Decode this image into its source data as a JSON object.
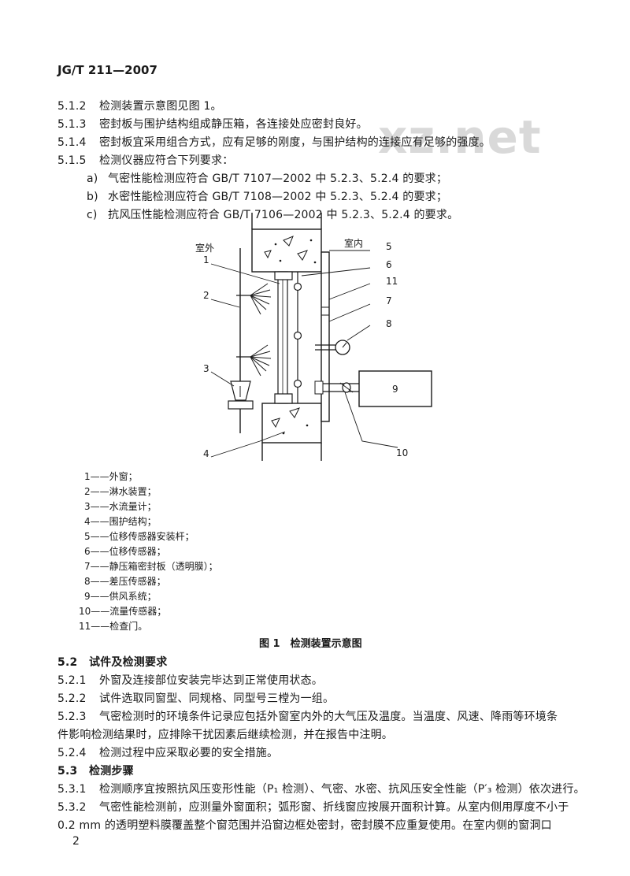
{
  "header": {
    "standard": "JG/T 211—2007"
  },
  "watermark": "xz.net",
  "sections_top": [
    {
      "num": "5.1.2",
      "text": "检测装置示意图见图 1。"
    },
    {
      "num": "5.1.3",
      "text": "密封板与围护结构组成静压箱，各连接处应密封良好。"
    },
    {
      "num": "5.1.4",
      "text": "密封板宜采用组合方式，应有足够的刚度，与围护结构的连接应有足够的强度。"
    },
    {
      "num": "5.1.5",
      "text": "检测仪器应符合下列要求："
    }
  ],
  "subitems": [
    {
      "num": "a)",
      "text": "气密性能检测应符合 GB/T 7107—2002 中 5.2.3、5.2.4 的要求；"
    },
    {
      "num": "b)",
      "text": "水密性能检测应符合 GB/T 7108—2002 中 5.2.3、5.2.4 的要求；"
    },
    {
      "num": "c)",
      "text": "抗风压性能检测应符合 GB/T 7106—2002 中 5.2.3、5.2.4 的要求。"
    }
  ],
  "figure": {
    "outdoor_label": "室外",
    "indoor_label": "室内",
    "callouts": [
      "1",
      "2",
      "3",
      "4",
      "5",
      "6",
      "11",
      "7",
      "8",
      "9",
      "10"
    ],
    "caption": "图 1　检测装置示意图"
  },
  "legend": [
    "1——外窗；",
    "2——淋水装置；",
    "3——水流量计；",
    "4——围护结构；",
    "5——位移传感器安装杆；",
    "6——位移传感器；",
    "7——静压箱密封板（透明膜）；",
    "8——差压传感器；",
    "9——供风系统；",
    "10——流量传感器；",
    "11——检查门。"
  ],
  "section_52": {
    "heading_num": "5.2",
    "heading": "试件及检测要求",
    "items": [
      {
        "num": "5.2.1",
        "text": "外窗及连接部位安装完毕达到正常使用状态。"
      },
      {
        "num": "5.2.2",
        "text": "试件选取同窗型、同规格、同型号三樘为一组。"
      },
      {
        "num": "5.2.3",
        "text": "气密检测时的环境条件记录应包括外窗室内外的大气压及温度。当温度、风速、降雨等环境条"
      },
      {
        "num": "",
        "text": "件影响检测结果时，应排除干扰因素后继续检测，并在报告中注明。"
      },
      {
        "num": "5.2.4",
        "text": "检测过程中应采取必要的安全措施。"
      }
    ]
  },
  "section_53": {
    "heading_num": "5.3",
    "heading": "检测步骤",
    "items": [
      {
        "num": "5.3.1",
        "text": "检测顺序宜按照抗风压变形性能（P₁ 检测）、气密、水密、抗风压安全性能（P′₃ 检测）依次进行。"
      },
      {
        "num": "5.3.2",
        "text": "气密性能检测前，应测量外窗面积；弧形窗、折线窗应按展开面积计算。从室内侧用厚度不小于"
      },
      {
        "num": "",
        "text": "0.2 mm 的透明塑料膜覆盖整个窗范围并沿窗边框处密封，密封膜不应重复使用。在室内侧的窗洞口"
      }
    ]
  },
  "page_number": "2"
}
